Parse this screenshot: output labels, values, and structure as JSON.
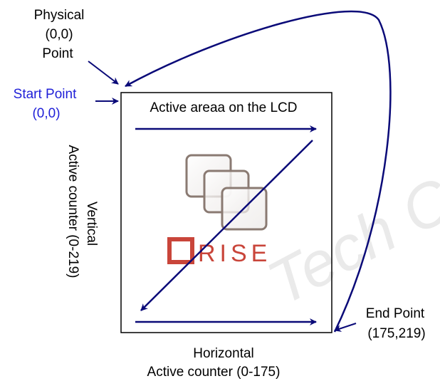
{
  "labels": {
    "physical_line1": "Physical",
    "physical_line2": "(0,0)",
    "physical_line3": "Point",
    "start_line1": "Start Point",
    "start_line2": "(0,0)",
    "active_area": "Active areaa on the LCD",
    "vertical_line1": "Vertical",
    "vertical_line2": "Active counter (0-219)",
    "end_line1": "End Point",
    "end_line2": "(175,219)",
    "horizontal_line1": "Horizontal",
    "horizontal_line2": "Active counter (0-175)"
  },
  "logo": {
    "first_letter": "O",
    "rest": "RISE"
  },
  "watermark": "Tech Co",
  "colors": {
    "arrow": "#0a0a78",
    "start_label": "#1f1fd8",
    "logo_square": "#8a7a72",
    "logo_text": "#c9453a"
  }
}
